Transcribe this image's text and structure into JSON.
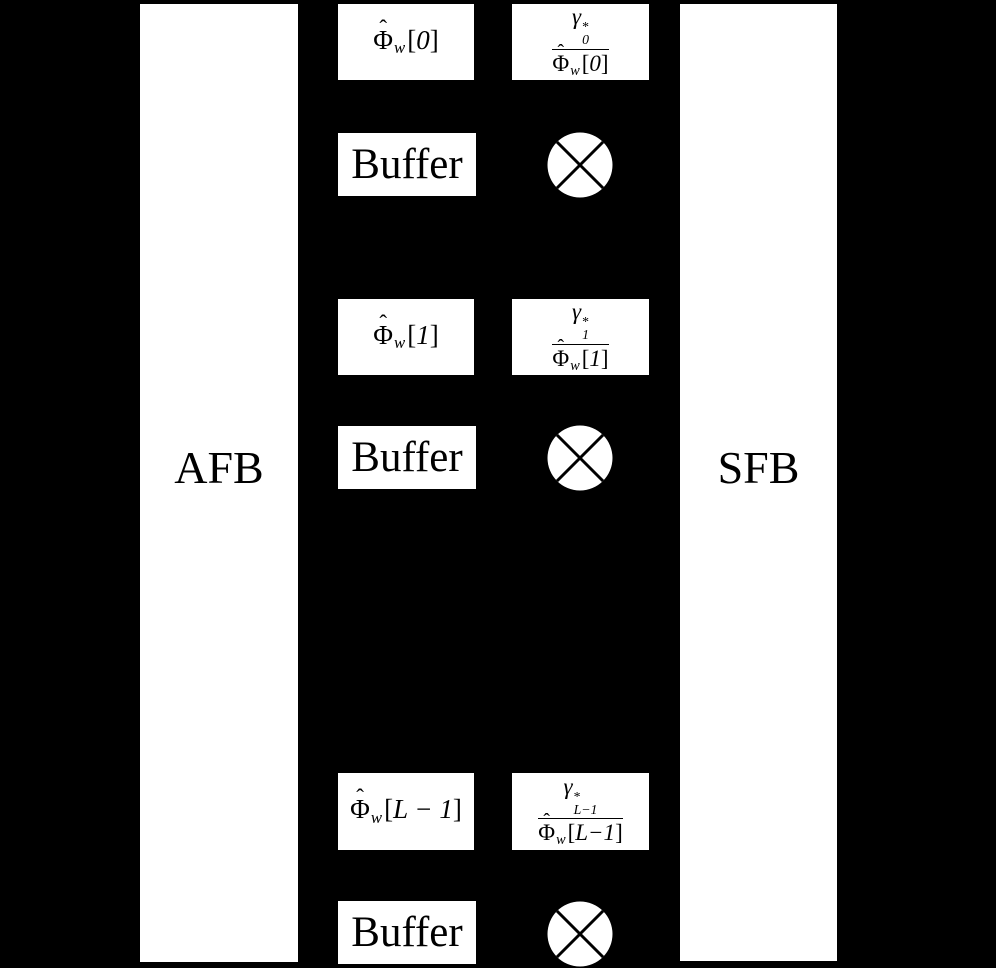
{
  "figure": {
    "type": "filterbank-block-diagram",
    "colors": {
      "background": "#000000",
      "box_fill": "#ffffff",
      "ink": "#000000"
    },
    "analysis_block": {
      "label": "AFB"
    },
    "synthesis_block": {
      "label": "SFB"
    },
    "rows": [
      {
        "power_label": {
          "hat": "ˆ",
          "symbol": "Φ",
          "subscript": "w",
          "open": "[",
          "index": "0",
          "close": "]"
        },
        "buffer_label": "Buffer",
        "gain": {
          "numerator": {
            "symbol": "γ",
            "sup": "*",
            "sub": "0"
          },
          "denominator": {
            "hat": "ˆ",
            "symbol": "Φ",
            "subscript": "w",
            "open": "[",
            "index": "0",
            "close": "]"
          }
        },
        "multiplier_icon": "circled-times"
      },
      {
        "power_label": {
          "hat": "ˆ",
          "symbol": "Φ",
          "subscript": "w",
          "open": "[",
          "index": "1",
          "close": "]"
        },
        "buffer_label": "Buffer",
        "gain": {
          "numerator": {
            "symbol": "γ",
            "sup": "*",
            "sub": "1"
          },
          "denominator": {
            "hat": "ˆ",
            "symbol": "Φ",
            "subscript": "w",
            "open": "[",
            "index": "1",
            "close": "]"
          }
        },
        "multiplier_icon": "circled-times"
      },
      {
        "power_label": {
          "hat": "ˆ",
          "symbol": "Φ",
          "subscript": "w",
          "open": "[",
          "index": "L − 1",
          "close": "]"
        },
        "buffer_label": "Buffer",
        "gain": {
          "numerator": {
            "symbol": "γ",
            "sup": "*",
            "sub": "L−1"
          },
          "denominator": {
            "hat": "ˆ",
            "symbol": "Φ",
            "subscript": "w",
            "open": "[",
            "index": "L−1",
            "close": "]"
          }
        },
        "multiplier_icon": "circled-times"
      }
    ]
  }
}
